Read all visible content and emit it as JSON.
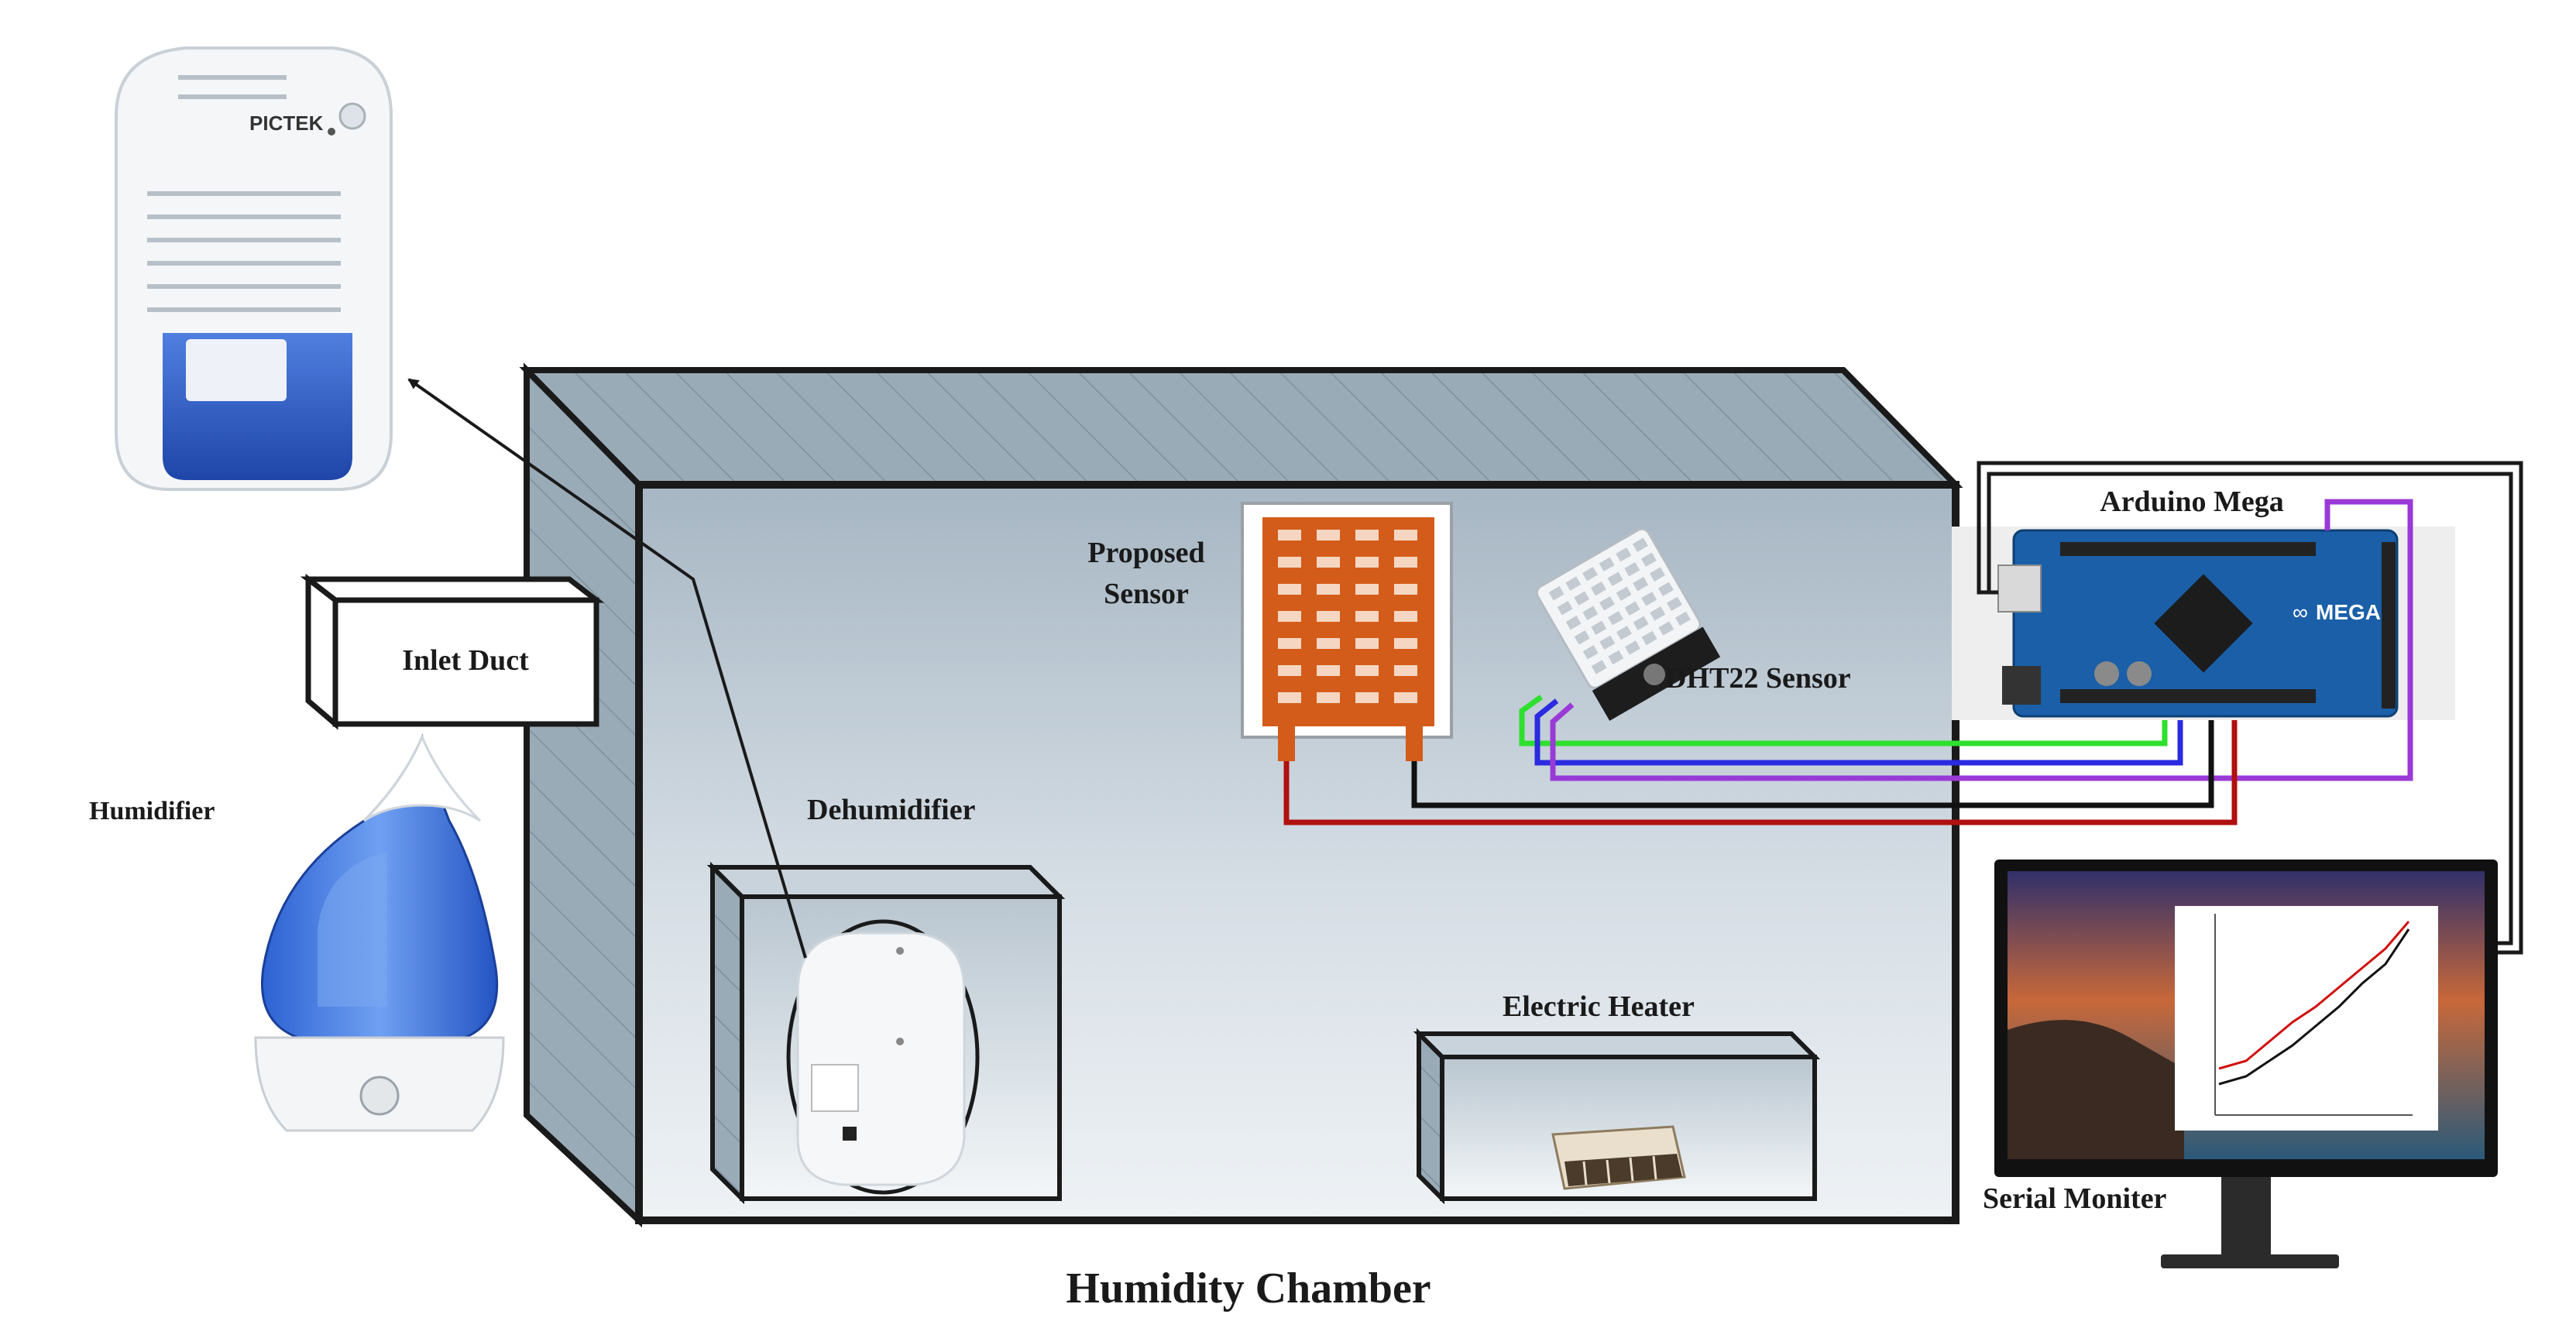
{
  "labels": {
    "title": "Humidity Chamber",
    "inlet_duct": "Inlet Duct",
    "humidifier": "Humidifier",
    "dehumidifier": "Dehumidifier",
    "proposed_sensor_line1": "Proposed",
    "proposed_sensor_line2": "Sensor",
    "dht22": "DHT22 Sensor",
    "arduino": "Arduino Mega",
    "electric_heater": "Electric Heater",
    "serial_monitor": "Serial Moniter"
  },
  "device_text": {
    "dehumidifier_brand": "PICTEK",
    "arduino_brand": "MEGA"
  },
  "wire_colors": {
    "green": "#2ee02e",
    "blue": "#2a2ae0",
    "purple": "#9a3ad6",
    "red": "#b01010",
    "black": "#111111"
  }
}
